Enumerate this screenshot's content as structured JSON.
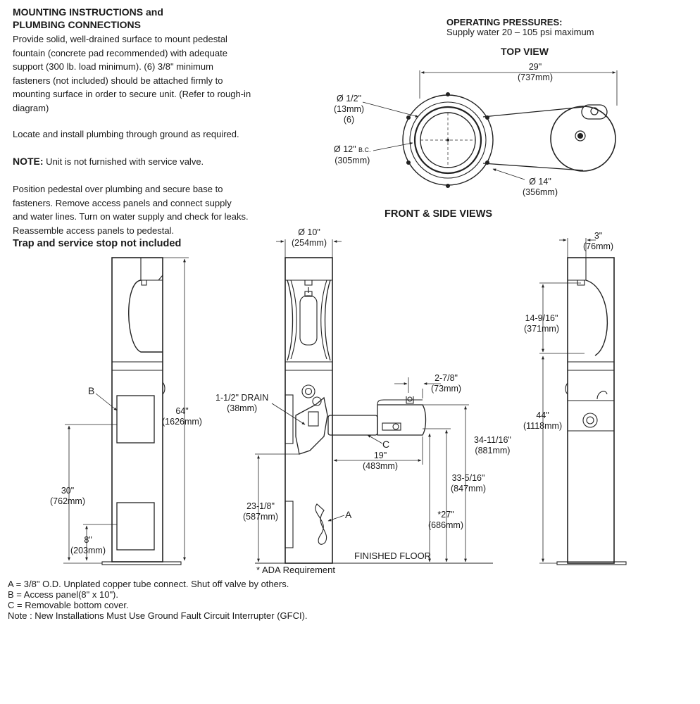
{
  "instructions": {
    "heading_line1": "MOUNTING INSTRUCTIONS and",
    "heading_line2": "PLUMBING CONNECTIONS",
    "para1": [
      "Provide solid, well-drained surface to mount pedestal",
      "fountain (concrete pad recommended) with adequate",
      "support (300 lb. load minimum). (6) 3/8\" minimum",
      "fasteners (not included) should be attached firmly to",
      "mounting surface in order to secure unit. (Refer to rough-in",
      "diagram)"
    ],
    "para2": "Locate and install plumbing through ground as required.",
    "note_label": "NOTE:",
    "note_text": " Unit is not furnished with service valve.",
    "para3": [
      "Position pedestal over plumbing and secure base to",
      "fasteners. Remove access panels and connect supply",
      "and water lines. Turn on water supply and check for leaks.",
      "Reassemble access panels to pedestal."
    ],
    "trap_note": "Trap and service stop not included"
  },
  "pressures": {
    "title": "OPERATING PRESSURES:",
    "text": "Supply water 20 – 105 psi maximum"
  },
  "views": {
    "top_view": "TOP VIEW",
    "front_side": "FRONT & SIDE VIEWS"
  },
  "dims": {
    "top_width": [
      "29\"",
      "(737mm)"
    ],
    "hole": [
      "Ø 1/2\"",
      "(13mm)",
      "(6)"
    ],
    "bolt_circle": [
      "Ø 12\"",
      "B.C.",
      "(305mm)"
    ],
    "base_dia": [
      "Ø 14\"",
      "(356mm)"
    ],
    "col_dia": [
      "Ø 10\"",
      "(254mm)"
    ],
    "height_64": [
      "64\"",
      "(1626mm)"
    ],
    "height_30": [
      "30\"",
      "(762mm)"
    ],
    "height_8": [
      "8\"",
      "(203mm)"
    ],
    "drain": [
      "1-1/2\" DRAIN",
      "(38mm)"
    ],
    "drain_height": [
      "23-1/8\"",
      "(587mm)"
    ],
    "reach_19": [
      "19\"",
      "(483mm)"
    ],
    "offset_278": [
      "2-7/8\"",
      "(73mm)"
    ],
    "h_34": [
      "34-11/16\"",
      "(881mm)"
    ],
    "h_33": [
      "33-5/16\"",
      "(847mm)"
    ],
    "h_27": [
      "*27\"",
      "(686mm)"
    ],
    "offset_3": [
      "3\"",
      "(76mm)"
    ],
    "h_14": [
      "14-9/16\"",
      "(371mm)"
    ],
    "h_44": [
      "44\"",
      "(1118mm)"
    ]
  },
  "callouts": {
    "a": "A",
    "b": "B",
    "c": "C"
  },
  "ada_note": "* ADA Requirement",
  "finished_floor": "FINISHED FLOOR",
  "legend": [
    "A = 3/8\" O.D. Unplated copper tube connect. Shut off valve by others.",
    "B = Access panel(8\" x 10\").",
    "C = Removable bottom cover.",
    "Note : New Installations Must Use Ground Fault Circuit Interrupter (GFCI)."
  ]
}
